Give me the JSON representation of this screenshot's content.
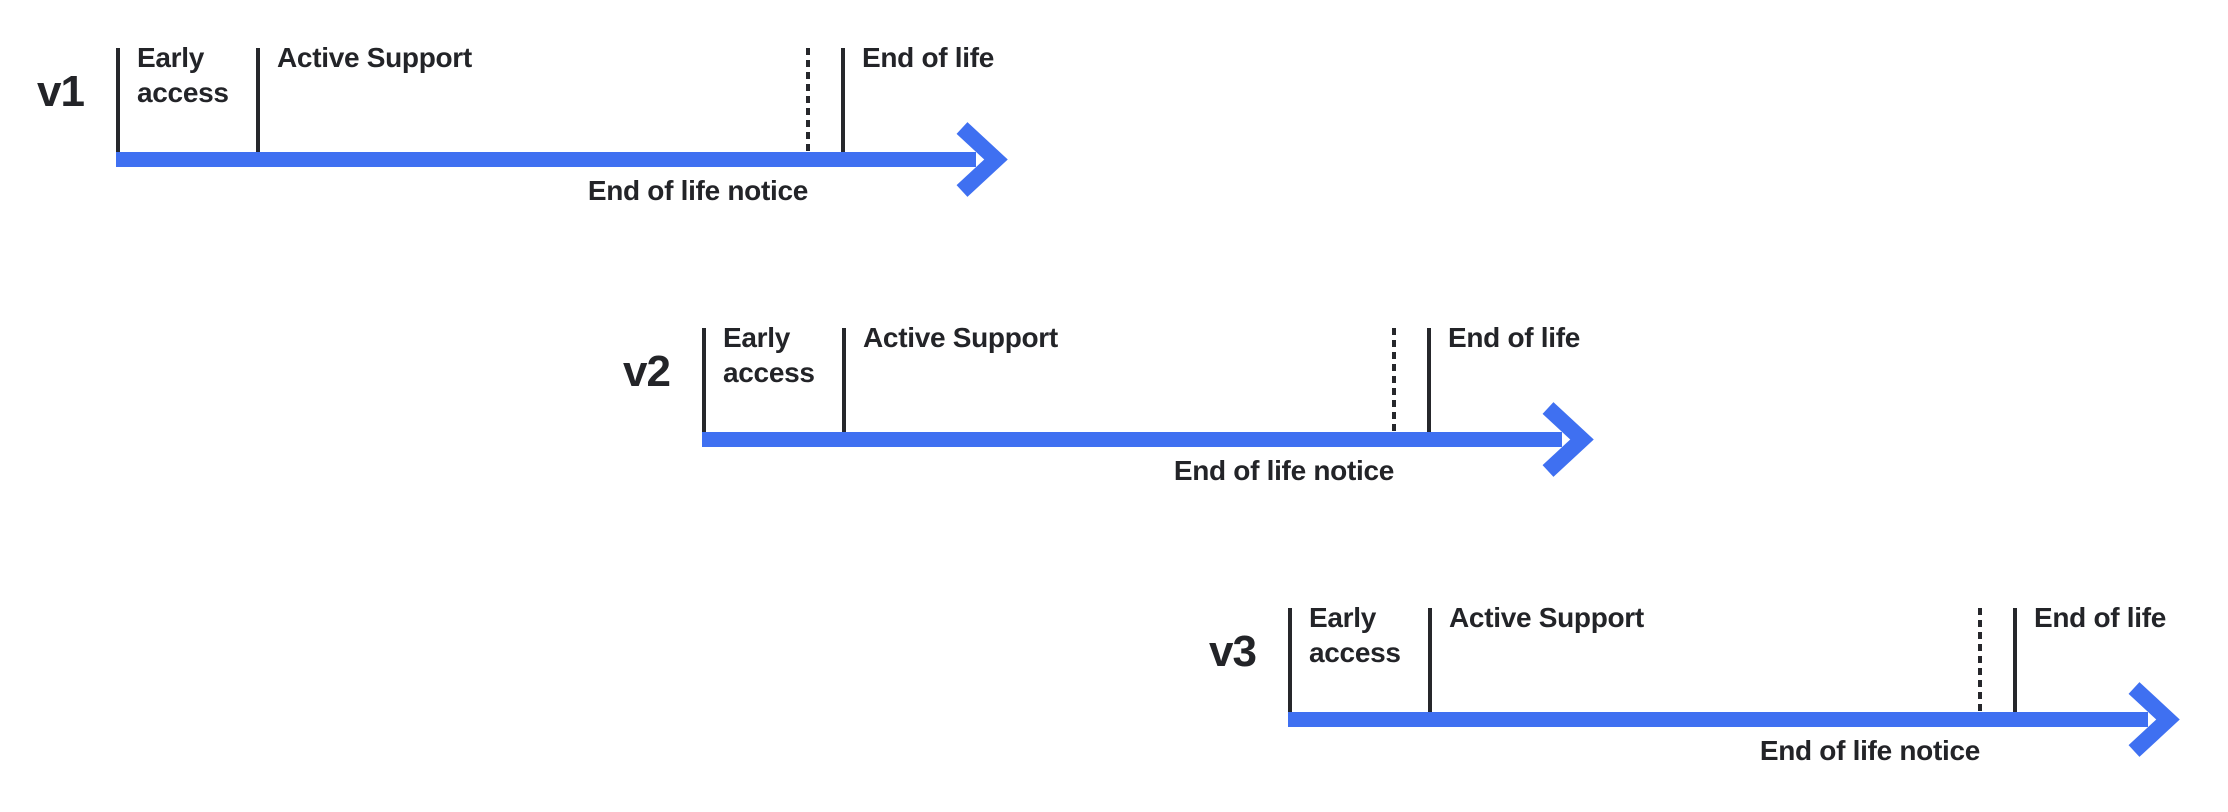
{
  "colors": {
    "arrow": "#3F70F1",
    "line": "#26272B",
    "text": "#232428",
    "background": "#FFFFFF"
  },
  "rows": [
    {
      "version": "v1",
      "phases": {
        "early_access": "Early access",
        "active_support": "Active Support",
        "end_of_life": "End of life"
      },
      "notice": "End of life notice"
    },
    {
      "version": "v2",
      "phases": {
        "early_access": "Early access",
        "active_support": "Active Support",
        "end_of_life": "End of life"
      },
      "notice": "End of life notice"
    },
    {
      "version": "v3",
      "phases": {
        "early_access": "Early access",
        "active_support": "Active Support",
        "end_of_life": "End of life"
      },
      "notice": "End of life notice"
    }
  ]
}
